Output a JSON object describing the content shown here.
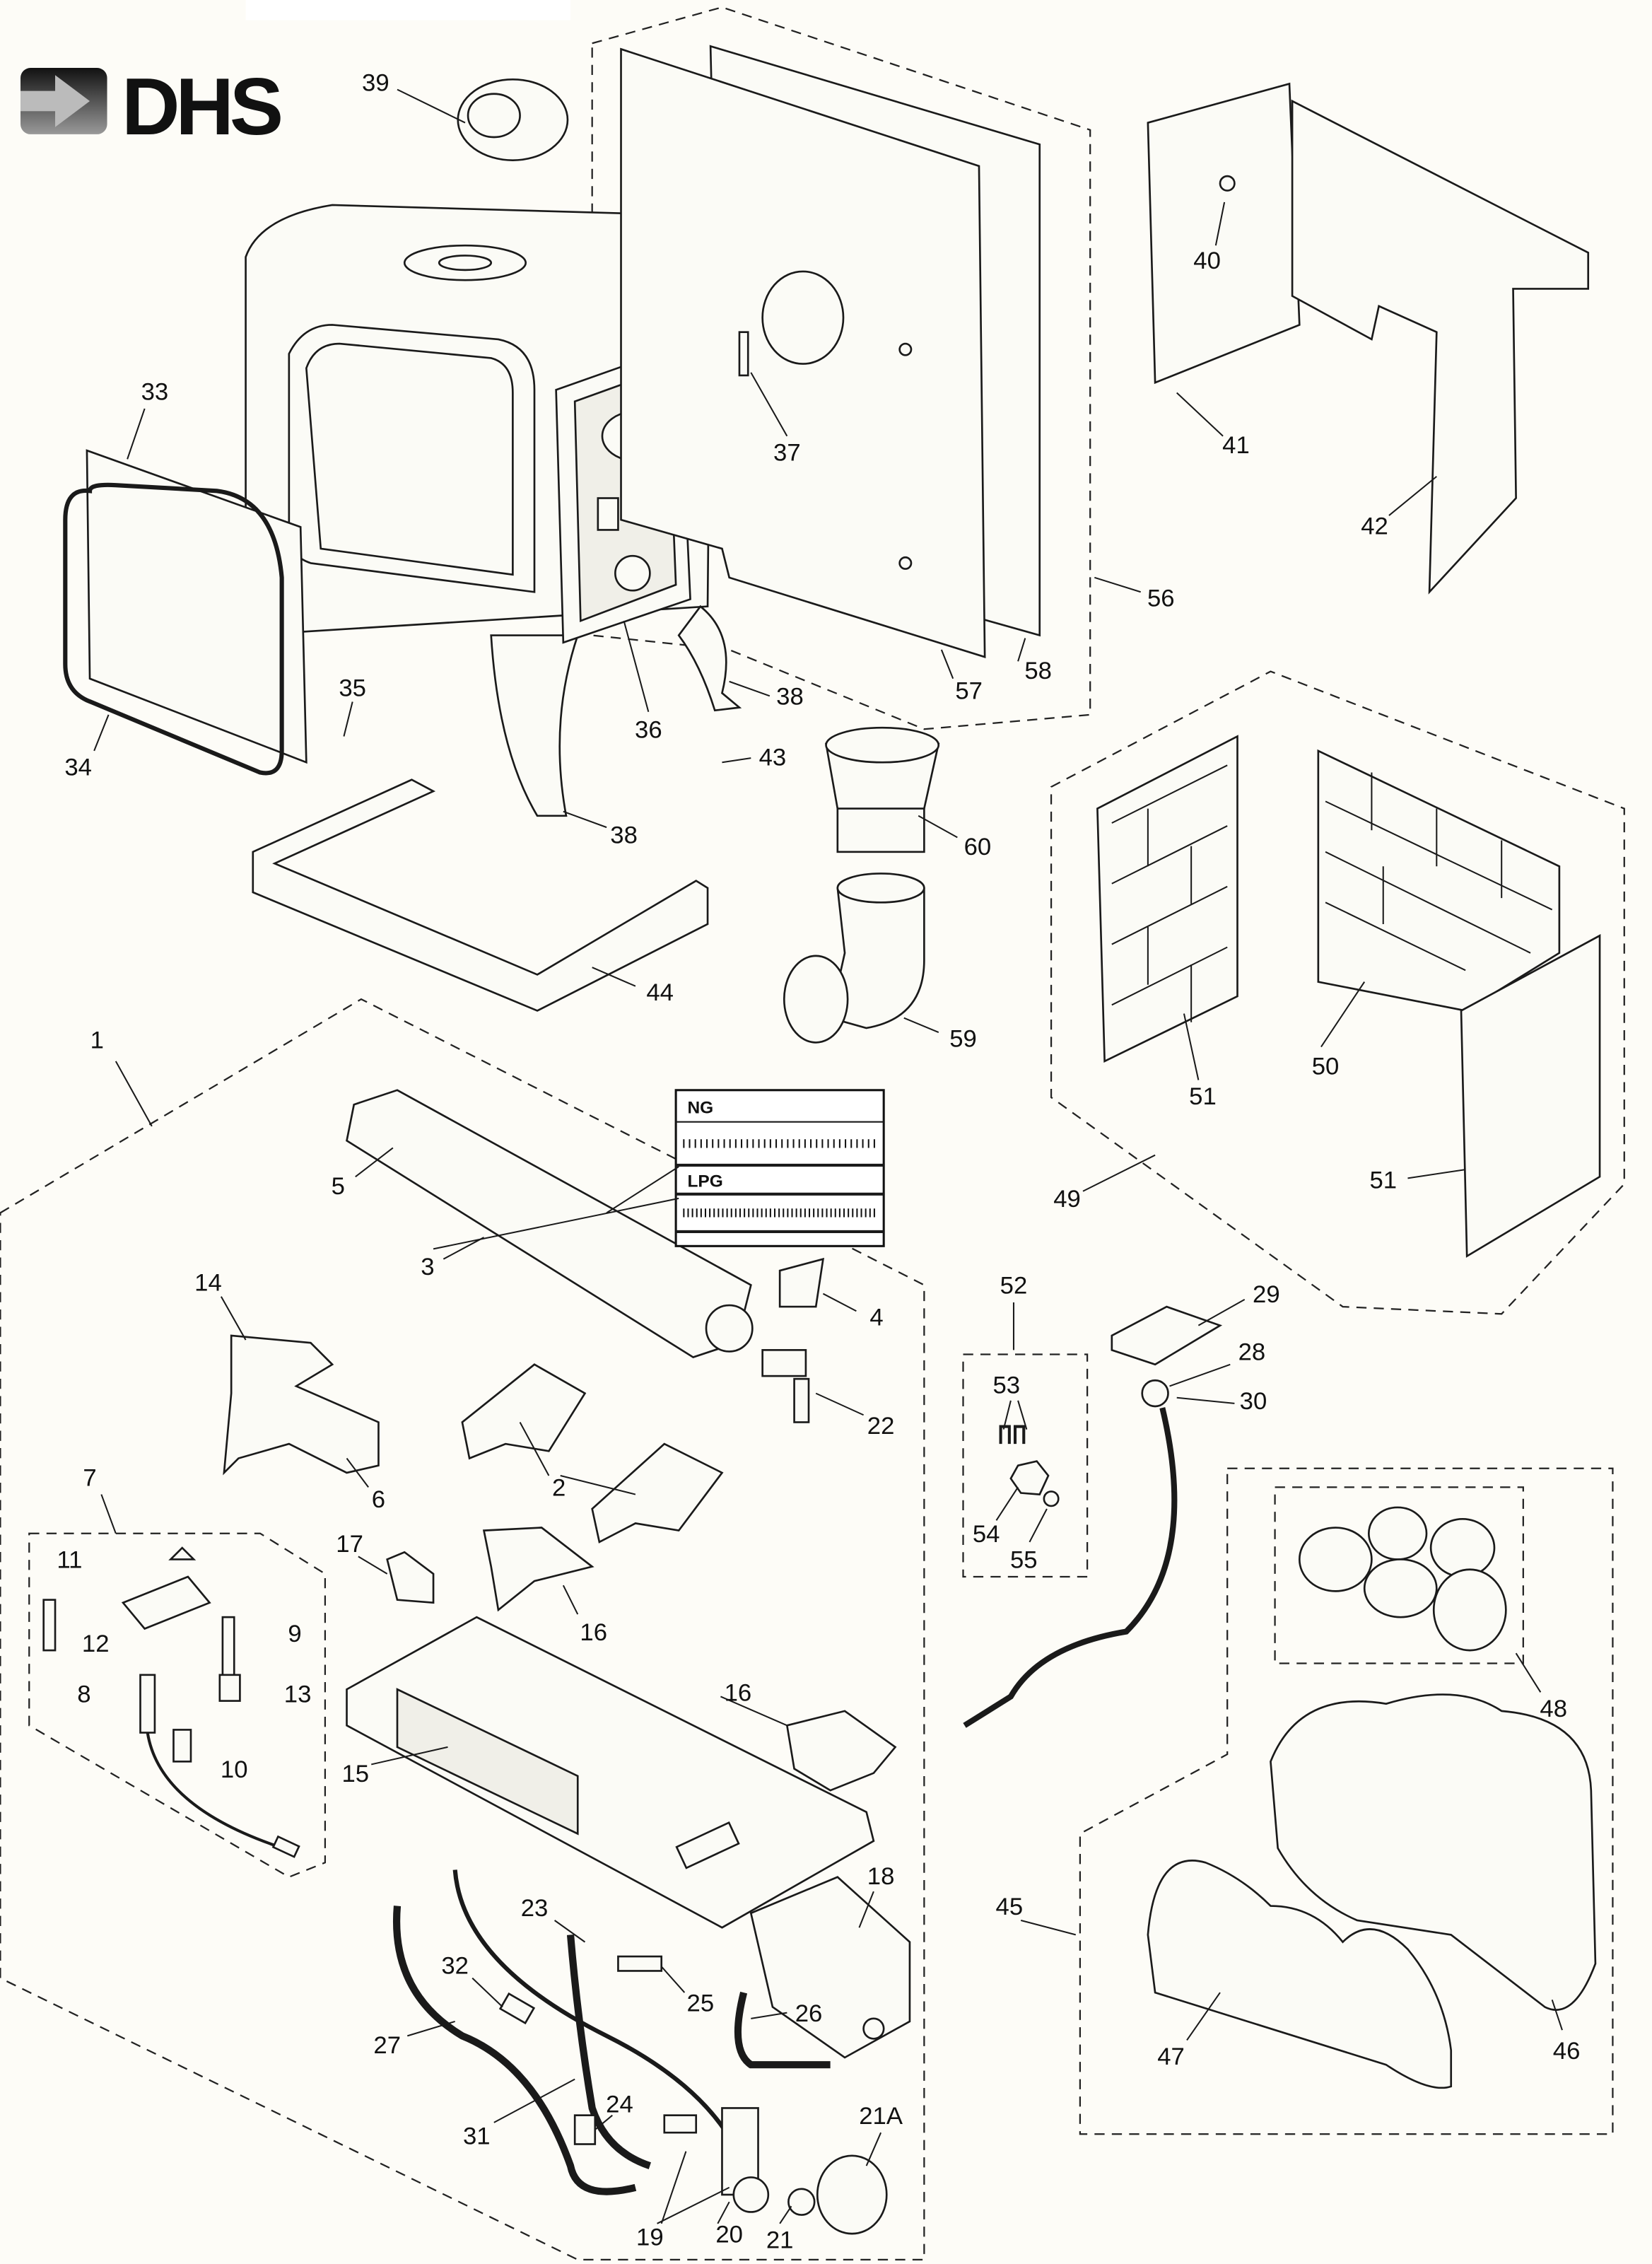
{
  "logo": {
    "text": "DHS"
  },
  "gas_label": {
    "ng": "NG",
    "lpg": "LPG"
  },
  "callouts": [
    "39",
    "33",
    "34",
    "35",
    "36",
    "37",
    "38",
    "38",
    "43",
    "40",
    "41",
    "42",
    "56",
    "57",
    "58",
    "60",
    "59",
    "44",
    "1",
    "5",
    "3",
    "4",
    "14",
    "6",
    "22",
    "2",
    "7",
    "11",
    "12",
    "9",
    "8",
    "13",
    "10",
    "17",
    "16",
    "16",
    "15",
    "18",
    "23",
    "25",
    "26",
    "32",
    "27",
    "31",
    "24",
    "19",
    "20",
    "21",
    "21A",
    "52",
    "53",
    "54",
    "55",
    "29",
    "28",
    "30",
    "49",
    "50",
    "51",
    "51",
    "48",
    "45",
    "47",
    "46"
  ]
}
